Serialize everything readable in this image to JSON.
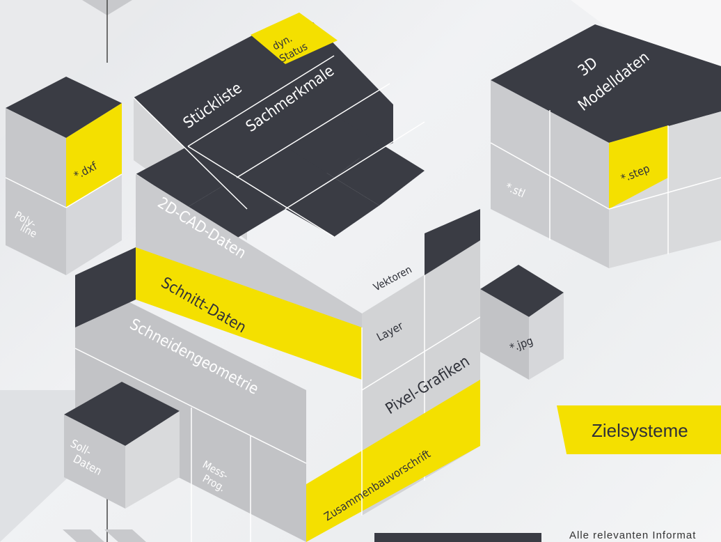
{
  "labels": {
    "stueckliste": "Stückliste",
    "dyn_status_1": "dyn.",
    "dyn_status_2": "Status",
    "sachmerkmale": "Sachmerkmale",
    "cad_2d": "2D-CAD-Daten",
    "schnitt": "Schnitt-Daten",
    "schneiden": "Schneidengeometrie",
    "vektoren": "Vektoren",
    "layer": "Layer",
    "pixel": "Pixel-Grafiken",
    "zusammenbau": "Zusammenbauvorschrift",
    "modell_1": "3D",
    "modell_2": "Modelldaten",
    "step": "*.step",
    "stl": "*.stl",
    "dxf": "*.dxf",
    "poly_1": "Poly-",
    "poly_2": "line",
    "jpg": "*.jpg",
    "soll_1": "Soll-",
    "soll_2": "Daten",
    "mess_1": "Mess-",
    "mess_2": "Prog."
  },
  "banner": {
    "text": "Zielsysteme"
  },
  "description": "Alle relevanten Informat",
  "colors": {
    "dark": "#3a3c44",
    "yellow": "#f4e000",
    "grey": "#c8c9cc",
    "light": "#dcdddf"
  }
}
